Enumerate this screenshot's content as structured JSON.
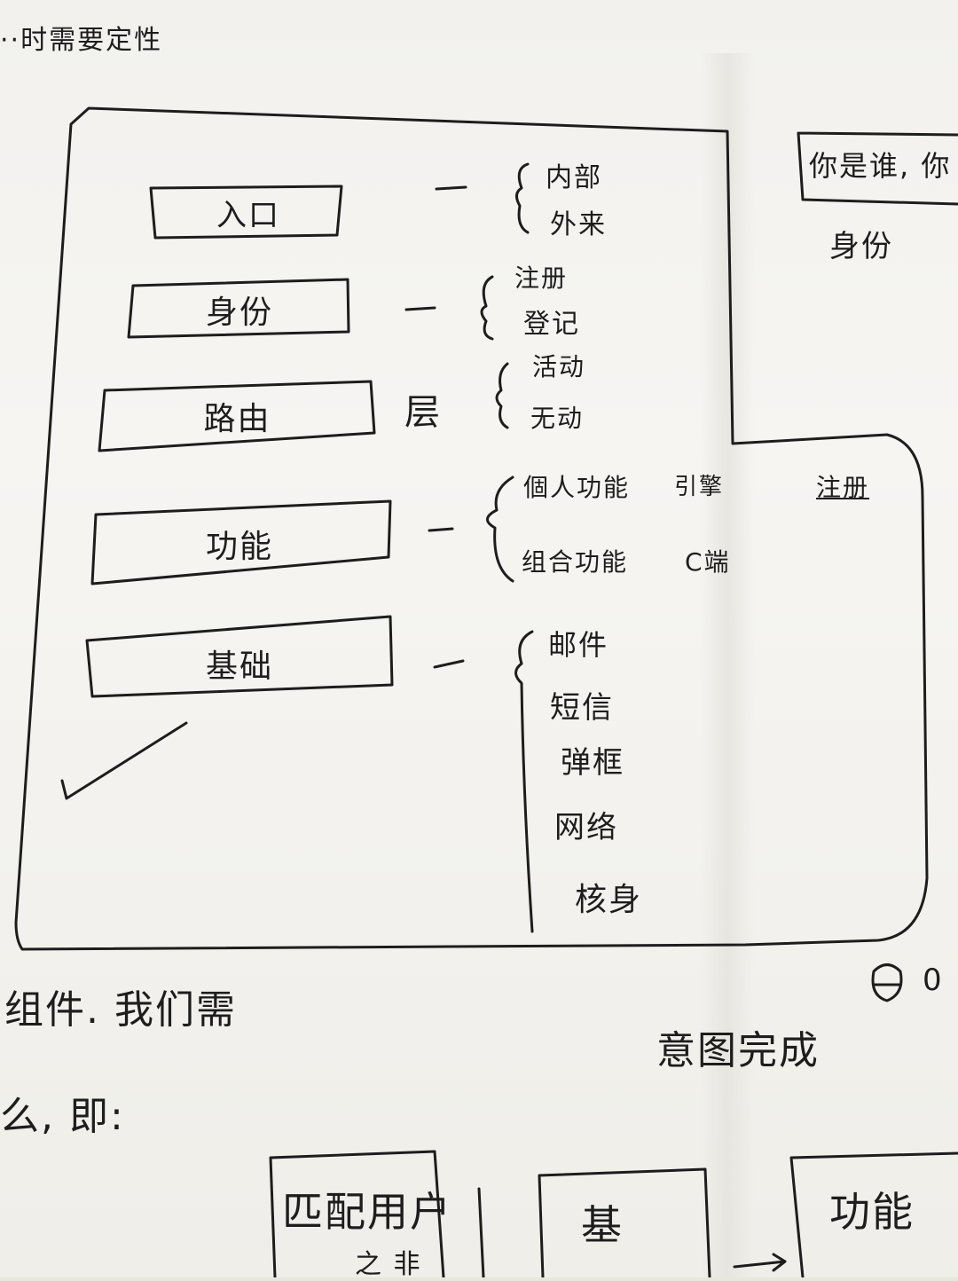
{
  "title": "··时需要定性",
  "layers": [
    {
      "label": "入口",
      "connector": "—",
      "items": [
        "内部",
        "外来"
      ]
    },
    {
      "label": "身份",
      "connector": "—",
      "items": [
        "注册",
        "登记"
      ]
    },
    {
      "label": "路由",
      "connector": "层",
      "items": [
        "活动",
        "无动"
      ]
    },
    {
      "label": "功能",
      "connector": "—",
      "items": [
        "個人功能",
        "组合功能"
      ],
      "notes": [
        "引擎",
        "C端"
      ]
    },
    {
      "label": "基础",
      "connector": "—",
      "items": [
        "邮件",
        "短信",
        "弹框",
        "网络",
        "核身"
      ]
    }
  ],
  "right_box_text": "你是谁, 你",
  "right_below_text": "身份",
  "right_note": "注册",
  "bottom_line1": "组件. 我们需",
  "bottom_line2": "么, 即:",
  "intent_text": "意图完成",
  "circle_text": "0",
  "flow_boxes": [
    "匹配用户",
    "基",
    "功能"
  ],
  "flow_sub": "之 非"
}
